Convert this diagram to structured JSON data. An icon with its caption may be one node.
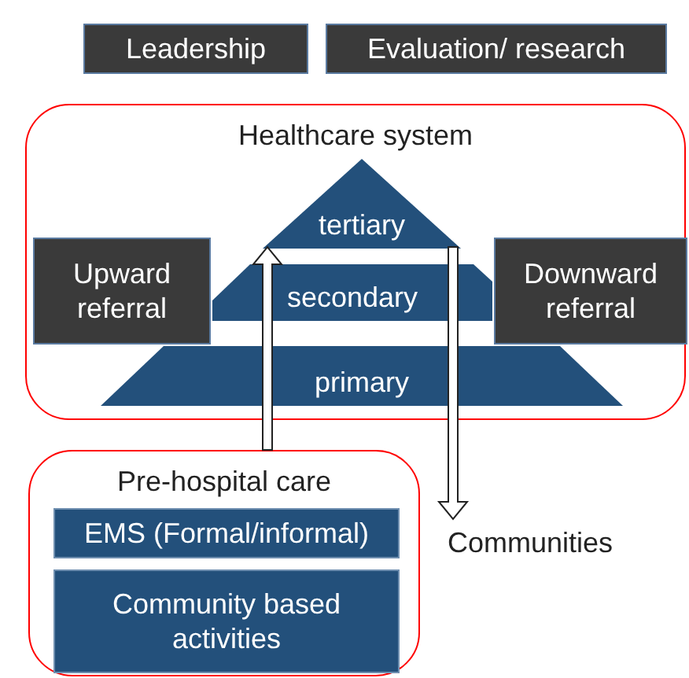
{
  "diagram": {
    "nodes": [
      {
        "text": [
          "Leadership"
        ]
      },
      {
        "text": [
          "Evaluation/ research"
        ]
      },
      {
        "text": [
          "Healthcare system"
        ]
      },
      {
        "text": [
          "tertiary"
        ],
        "in": 2
      },
      {
        "text": [
          "secondary"
        ],
        "in": 2
      },
      {
        "text": [
          "primary"
        ],
        "in": 2
      },
      {
        "text": [
          "Upward referral"
        ],
        "in": 2
      },
      {
        "text": [
          "Downward referral"
        ],
        "in": 2
      },
      {
        "text": [
          "Pre-hospital care"
        ]
      },
      {
        "text": [
          "EMS (Formal/informal)"
        ],
        "in": 8
      },
      {
        "text": [
          "Community based activities"
        ],
        "in": 8
      },
      {
        "text": [
          "Communities"
        ]
      }
    ],
    "edges": [
      {
        "from": 8,
        "to": 3,
        "arrow": "to"
      },
      {
        "from": 3,
        "to": 11,
        "arrow": "to"
      }
    ]
  }
}
